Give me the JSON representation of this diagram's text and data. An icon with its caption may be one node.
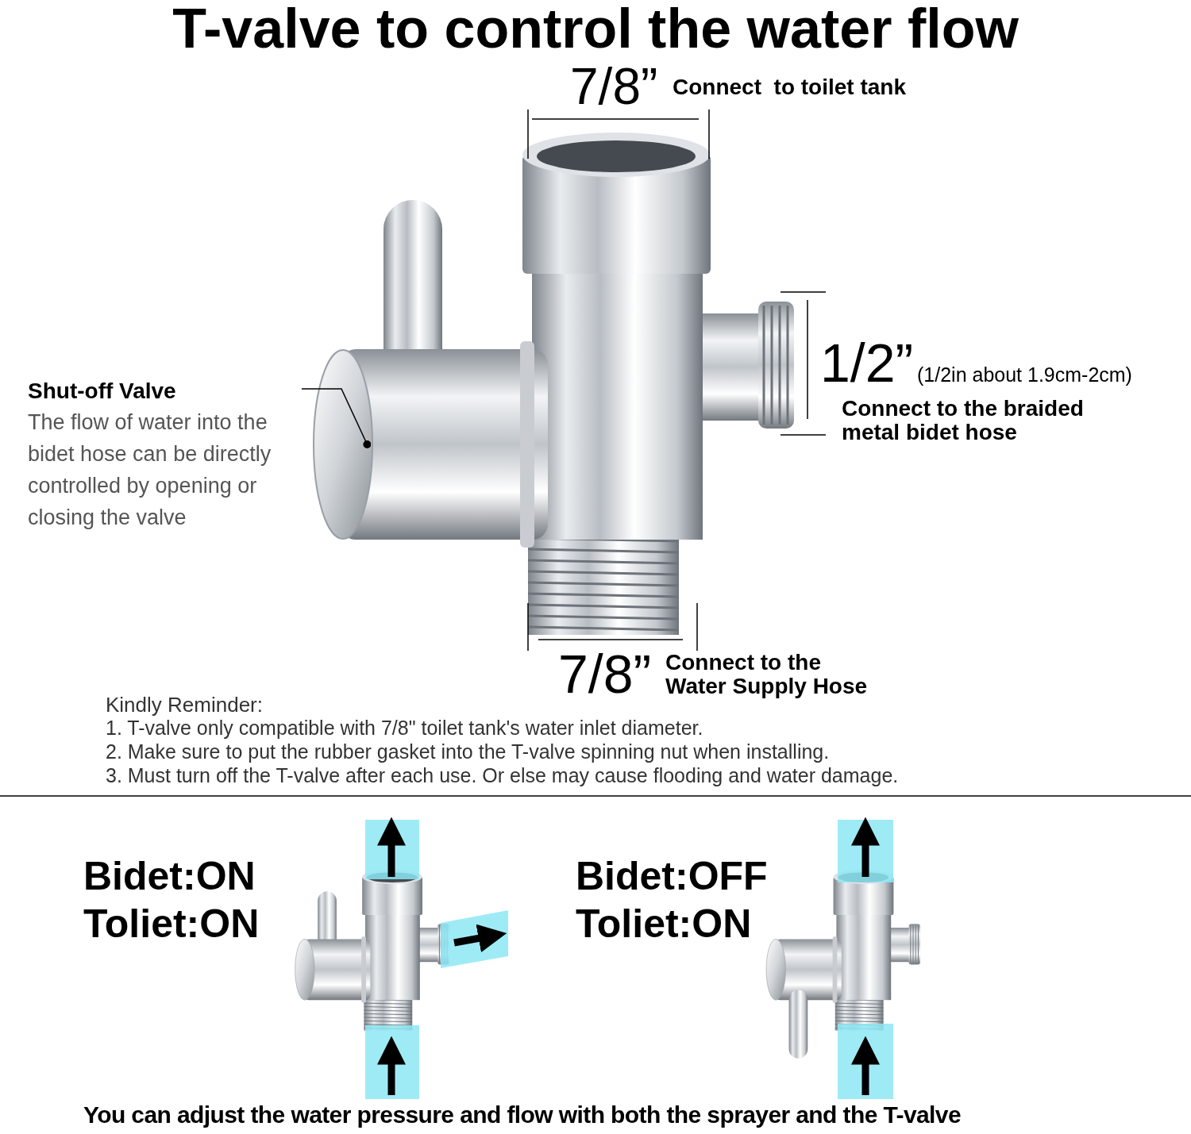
{
  "diagram": {
    "title": "T-valve to control the water flow",
    "nodes": [
      {
        "text": [
          "Shut-off Valve",
          "The flow of water into the bidet hose can be directly controlled by opening or closing the valve"
        ]
      },
      {
        "text": [],
        "shape": "picture"
      }
    ],
    "edges": [
      {
        "from": 0,
        "to": 1,
        "arrow": "other"
      }
    ],
    "labels": [
      "7/8”",
      "Connect  to toilet tank",
      "1/2”",
      "(1/2in about 1.9cm-2cm)",
      "Connect to the braided metal bidet hose",
      "7/8”",
      "Connect to the Water Supply Hose",
      "Kindly Reminder:",
      "1. T-valve only compatible with 7/8\" toilet tank's water inlet diameter.",
      "2. Make sure to put the rubber gasket into the T-valve spinning nut when installing.",
      "3. Must turn off the T-valve after each use. Or else may cause flooding and water damage.",
      "Bidet:ON",
      "Toliet:ON",
      "Bidet:OFF",
      "Toliet:ON",
      "You can adjust the water pressure and flow with both the sprayer and the T-valve"
    ]
  }
}
